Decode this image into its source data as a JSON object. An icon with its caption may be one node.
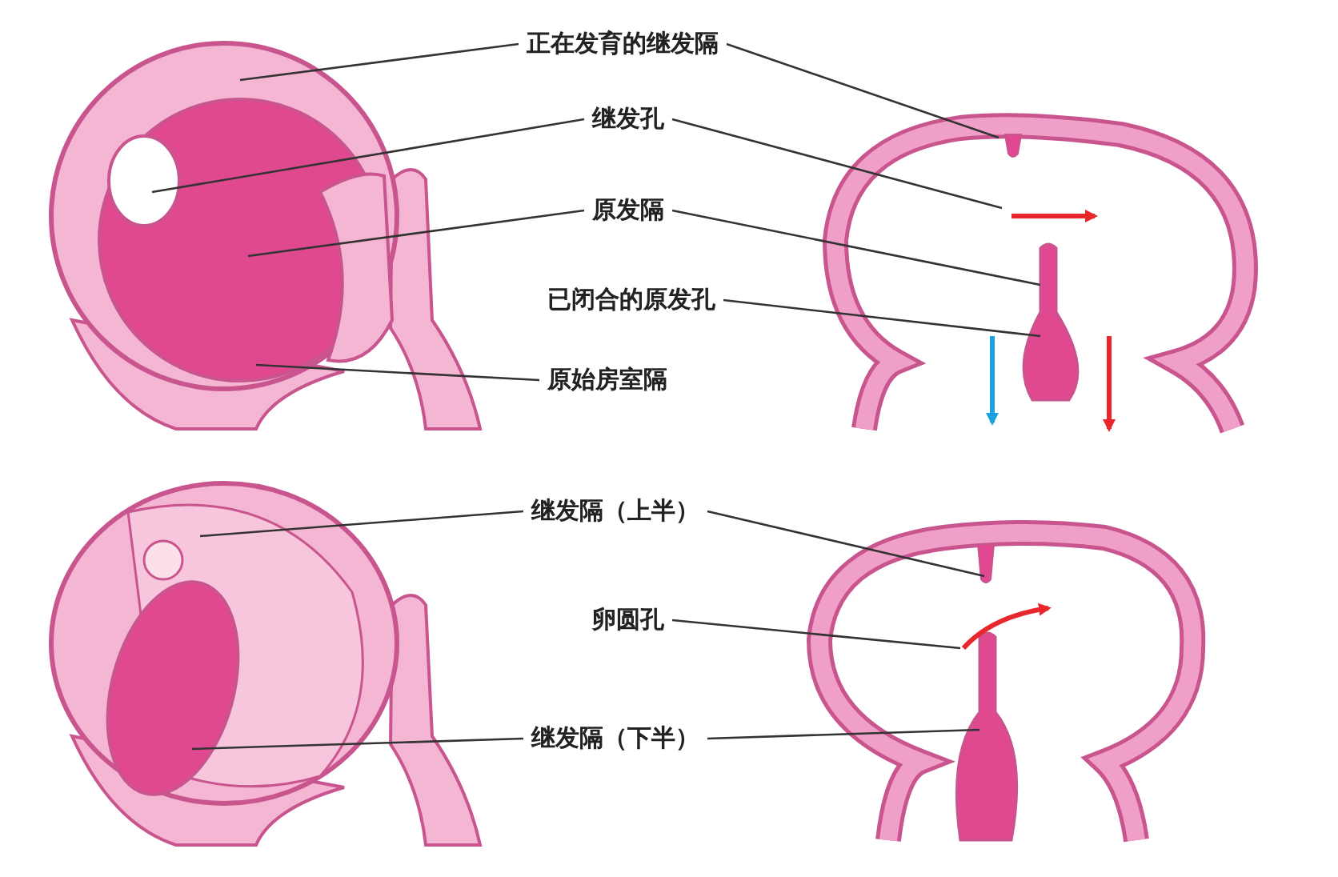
{
  "diagram": {
    "nodes": [
      {
        "text": [
          "正在发育的继发隔"
        ]
      },
      {
        "text": [
          "继发孔"
        ]
      },
      {
        "text": [
          "原发隔"
        ]
      },
      {
        "text": [
          "已闭合的原发孔"
        ]
      },
      {
        "text": [
          "原始房室隔"
        ]
      },
      {
        "text": [
          "继发隔（上半）"
        ]
      },
      {
        "text": [
          "卵圆孔"
        ]
      },
      {
        "text": [
          "继发隔（下半）"
        ]
      }
    ],
    "edges": [
      {
        "from": 0,
        "to": null,
        "arrow": "none"
      },
      {
        "from": 0,
        "to": null,
        "arrow": "none"
      },
      {
        "from": 1,
        "to": null,
        "arrow": "none"
      },
      {
        "from": 1,
        "to": null,
        "arrow": "none"
      },
      {
        "from": 2,
        "to": null,
        "arrow": "none"
      },
      {
        "from": 2,
        "to": null,
        "arrow": "none"
      },
      {
        "from": 3,
        "to": null,
        "arrow": "none"
      },
      {
        "from": 4,
        "to": null,
        "arrow": "none"
      },
      {
        "from": 5,
        "to": null,
        "arrow": "none"
      },
      {
        "from": 5,
        "to": null,
        "arrow": "none"
      },
      {
        "from": 6,
        "to": null,
        "arrow": "none"
      },
      {
        "from": 7,
        "to": null,
        "arrow": "none"
      },
      {
        "from": 7,
        "to": null,
        "arrow": "none"
      }
    ]
  }
}
